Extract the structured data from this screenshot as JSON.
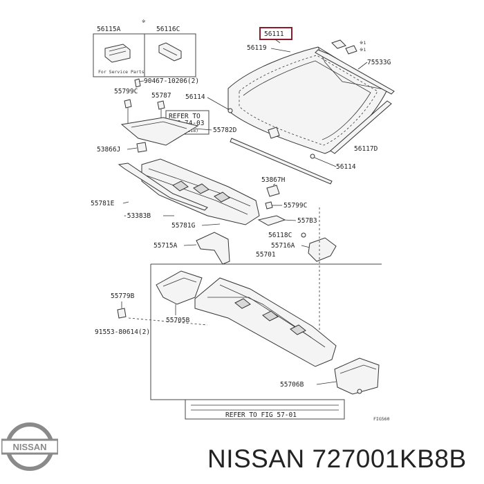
{
  "footer": {
    "brand": "NISSAN",
    "part_number": "727001KB8B"
  },
  "logo": {
    "text": "NISSAN",
    "color": "#8a8a8a"
  },
  "diagram": {
    "highlight_color": "#8b1a2b",
    "inset": {
      "left_label": "56115A",
      "right_label": "56116C",
      "note": "For Service Parts",
      "marker": "※"
    },
    "labels": {
      "p56111": "56111",
      "p56119": "56119",
      "p75533g": "75533G",
      "p90467": "90467-10206(2)",
      "p55799c_top": "55799C",
      "p55787": "55787",
      "p56114_top": "56114",
      "refer1_l1": "REFER TO",
      "refer1_l2": "FIG 74-03",
      "refer1_l3": "(PNC 74518)",
      "p55782d": "55782D",
      "p53866j": "53866J",
      "p56117d": "56117D",
      "p56114_mid": "56114",
      "p53867h": "53867H",
      "p55781e": "55781E",
      "p55799c_mid": "55799C",
      "p53383b": "-53383B",
      "p557b3": "557B3",
      "p55781g": "55781G",
      "p56118c": "56118C",
      "p55715a": "55715A",
      "p55716a": "55716A",
      "p55701": "55701",
      "p55779b": "55779B",
      "p55705b": "55705B",
      "p91553": "91553-80614(2)",
      "p55706b": "55706B",
      "refer2_l3": "REFER TO FIG 57-01",
      "fig_code": "FIG560"
    }
  }
}
